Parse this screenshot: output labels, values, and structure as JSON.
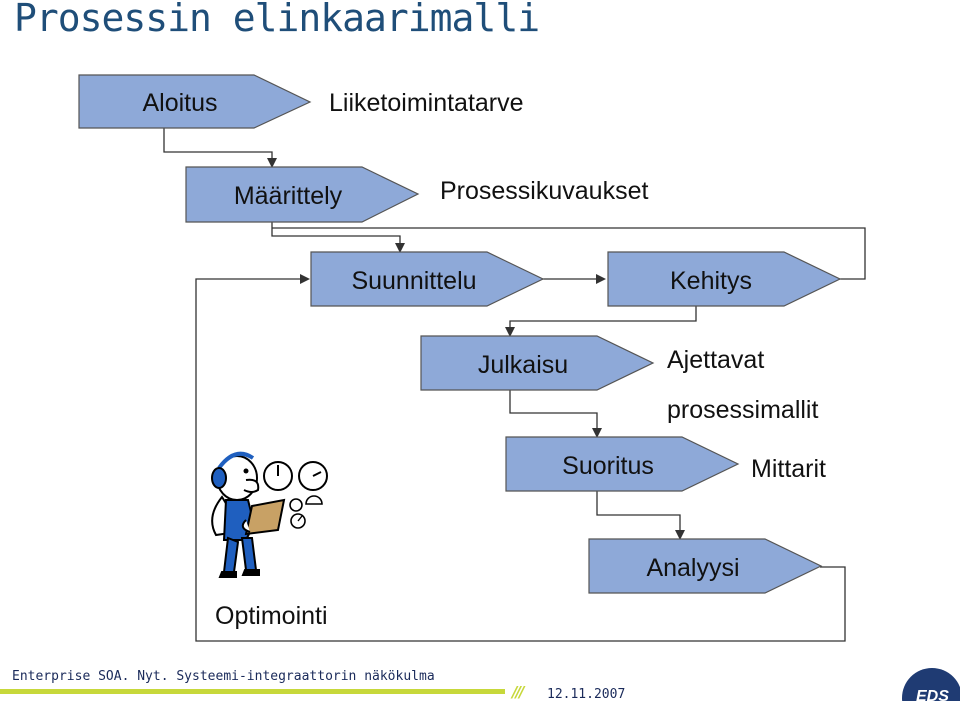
{
  "title": "Prosessin elinkaarimalli",
  "steps": {
    "aloitus": "Aloitus",
    "maarittely": "Määrittely",
    "suunnittelu": "Suunnittelu",
    "kehitys": "Kehitys",
    "julkaisu": "Julkaisu",
    "suoritus": "Suoritus",
    "analyysi": "Analyysi"
  },
  "outputs": {
    "liiketoimintatarve": "Liiketoimintatarve",
    "prosessikuvaukset": "Prosessikuvaukset",
    "ajettavat_line1": "Ajettavat",
    "ajettavat_line2": "prosessimallit",
    "mittarit": "Mittarit"
  },
  "loop_label": "Optimointi",
  "footer": {
    "text": "Enterprise SOA. Nyt. Systeemi-integraattorin näkökulma",
    "date": "12.11.2007",
    "slashes": "///",
    "logo": "EDS"
  },
  "colors": {
    "box_fill": "#8ea9d8",
    "box_stroke": "#555555",
    "line": "#333333",
    "title": "#1f4e79",
    "accent": "#c7d83a",
    "logo": "#1f3b73"
  }
}
